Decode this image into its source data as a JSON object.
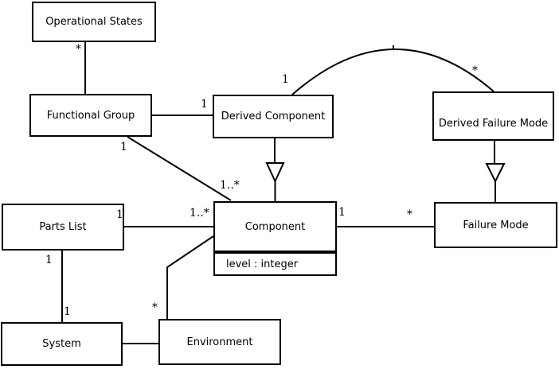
{
  "diagram": {
    "type": "uml-class-diagram",
    "background_color": "#ffffff",
    "line_color": "#000000",
    "classes": [
      {
        "name": "Operational States"
      },
      {
        "name": "Functional Group"
      },
      {
        "name": "Derived Component"
      },
      {
        "name": "Derived Failure Mode"
      },
      {
        "name": "Parts List"
      },
      {
        "name": "Component",
        "attributes": [
          "level : integer"
        ]
      },
      {
        "name": "Failure Mode"
      },
      {
        "name": "System"
      },
      {
        "name": "Environment"
      }
    ],
    "relationships": [
      {
        "type": "association",
        "from": "Functional Group",
        "to": "Operational States",
        "to_multiplicity": "*"
      },
      {
        "type": "association",
        "from": "Functional Group",
        "to": "Derived Component",
        "from_multiplicity": "1"
      },
      {
        "type": "association",
        "from": "Derived Component",
        "to": "Derived Failure Mode",
        "from_multiplicity": "1",
        "to_multiplicity": "*",
        "style": "arc"
      },
      {
        "type": "association",
        "from": "Functional Group",
        "to": "Component",
        "from_multiplicity": "1",
        "to_multiplicity": "1..*"
      },
      {
        "type": "generalization",
        "from": "Derived Component",
        "to": "Component"
      },
      {
        "type": "generalization",
        "from": "Derived Failure Mode",
        "to": "Failure Mode"
      },
      {
        "type": "association",
        "from": "Parts List",
        "to": "Component",
        "from_multiplicity": "1",
        "to_multiplicity": "1..*"
      },
      {
        "type": "association",
        "from": "Component",
        "to": "Failure Mode",
        "from_multiplicity": "1",
        "to_multiplicity": "*"
      },
      {
        "type": "association",
        "from": "Parts List",
        "to": "System",
        "from_multiplicity": "1",
        "to_multiplicity": "1"
      },
      {
        "type": "association",
        "from": "Component",
        "to": "Environment",
        "to_multiplicity": "*"
      },
      {
        "type": "association",
        "from": "System",
        "to": "Environment"
      }
    ],
    "labels": [
      {
        "text": "*",
        "at": "operational-states-end"
      },
      {
        "text": "1",
        "at": "functional-group-derived-component"
      },
      {
        "text": "1",
        "at": "arc-derived-component-end"
      },
      {
        "text": "*",
        "at": "arc-derived-failure-mode-end"
      },
      {
        "text": "1",
        "at": "functional-group-component-source"
      },
      {
        "text": "1..*",
        "at": "functional-group-component-target"
      },
      {
        "text": "1",
        "at": "parts-list-component-source"
      },
      {
        "text": "1..*",
        "at": "parts-list-component-target"
      },
      {
        "text": "1",
        "at": "component-failure-mode-source"
      },
      {
        "text": "*",
        "at": "component-failure-mode-target"
      },
      {
        "text": "1",
        "at": "parts-list-system-source"
      },
      {
        "text": "1",
        "at": "parts-list-system-target"
      },
      {
        "text": "*",
        "at": "component-environment-target"
      }
    ]
  }
}
